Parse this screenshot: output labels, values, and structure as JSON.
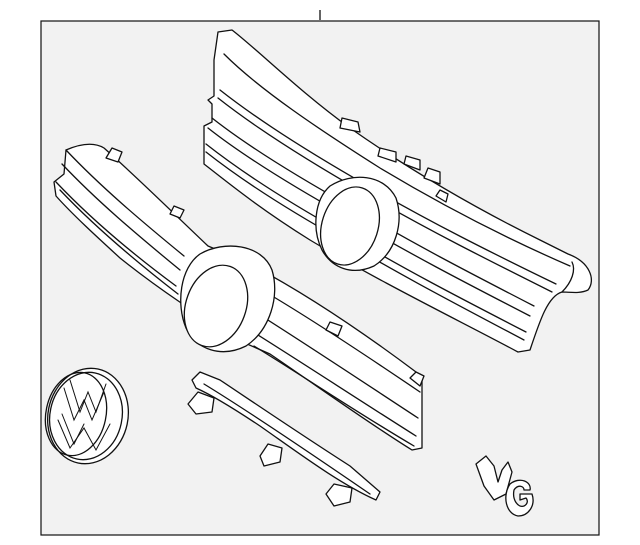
{
  "diagram": {
    "frame_color": "#f2f2f2",
    "line_color": "#111111",
    "parts": [
      {
        "name": "upper-grille",
        "icon": "grille"
      },
      {
        "name": "lower-grille",
        "icon": "grille"
      },
      {
        "name": "vw-emblem",
        "icon": "vw-badge"
      },
      {
        "name": "mounting-bracket",
        "icon": "bracket"
      },
      {
        "name": "vg-badge",
        "icon": "script-badge"
      }
    ]
  }
}
